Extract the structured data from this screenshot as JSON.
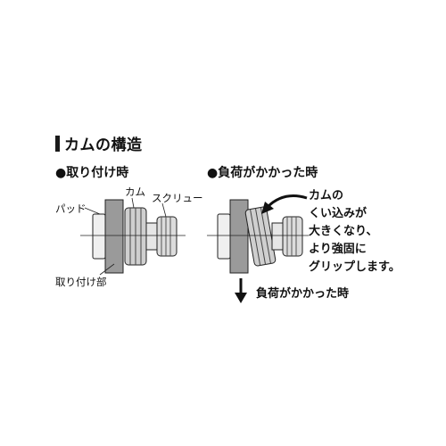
{
  "heading": {
    "title": "カムの構造"
  },
  "left": {
    "caption": "●取り付け時",
    "labels": {
      "pad": "パッド",
      "cam": "カム",
      "screw": "スクリュー",
      "mount": "取り付け部"
    }
  },
  "right": {
    "caption": "●負荷がかかった時",
    "description": [
      "カムの",
      "くい込みが",
      "大きくなり、",
      "より強固に",
      "グリップします。"
    ],
    "arrow_label": "負荷がかかった時"
  }
}
